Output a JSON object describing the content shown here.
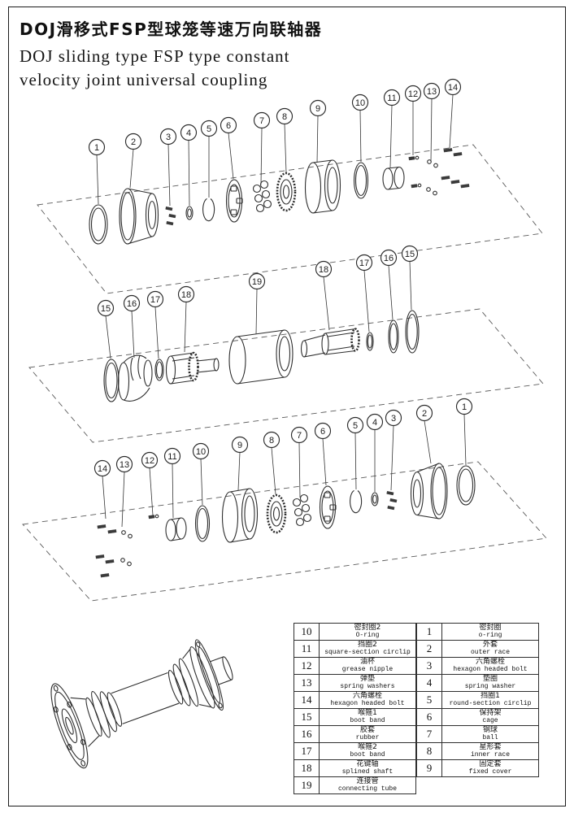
{
  "title": {
    "cn": "DOJ滑移式FSP型球笼等速万向联轴器",
    "en_line1": "DOJ sliding type FSP type constant",
    "en_line2": "velocity joint universal coupling"
  },
  "colors": {
    "ink": "#2e2e2e",
    "background": "#ffffff"
  },
  "views": {
    "top_callouts": [
      "1",
      "2",
      "3",
      "4",
      "5",
      "6",
      "7",
      "8",
      "9",
      "10",
      "11",
      "12",
      "13",
      "14"
    ],
    "middle_callouts": [
      "15",
      "16",
      "17",
      "18",
      "19",
      "18",
      "17",
      "16",
      "15"
    ],
    "bottom_callouts": [
      "14",
      "13",
      "12",
      "11",
      "10",
      "9",
      "8",
      "7",
      "6",
      "5",
      "4",
      "3",
      "2",
      "1"
    ]
  },
  "parts_table": {
    "left_rows": [
      {
        "no": "10",
        "cn": "密封圈2",
        "en": "O-ring"
      },
      {
        "no": "11",
        "cn": "挡圈2",
        "en": "square-section circlip"
      },
      {
        "no": "12",
        "cn": "油杯",
        "en": "grease nipple"
      },
      {
        "no": "13",
        "cn": "弹垫",
        "en": "spring washers"
      },
      {
        "no": "14",
        "cn": "六角螺栓",
        "en": "hexagon headed bolt"
      },
      {
        "no": "15",
        "cn": "喉箍1",
        "en": "boot band"
      },
      {
        "no": "16",
        "cn": "胶套",
        "en": "rubber"
      },
      {
        "no": "17",
        "cn": "喉箍2",
        "en": "boot band"
      },
      {
        "no": "18",
        "cn": "花键轴",
        "en": "splined shaft"
      },
      {
        "no": "19",
        "cn": "连接管",
        "en": "connecting tube"
      }
    ],
    "right_rows": [
      {
        "no": "1",
        "cn": "密封圈",
        "en": "o-ring"
      },
      {
        "no": "2",
        "cn": "外套",
        "en": "outer race"
      },
      {
        "no": "3",
        "cn": "六角螺栓",
        "en": "hexagon headed bolt"
      },
      {
        "no": "4",
        "cn": "垫圈",
        "en": "spring washer"
      },
      {
        "no": "5",
        "cn": "挡圈1",
        "en": "round-section circlip"
      },
      {
        "no": "6",
        "cn": "保持架",
        "en": "cage"
      },
      {
        "no": "7",
        "cn": "钢球",
        "en": "ball"
      },
      {
        "no": "8",
        "cn": "星形套",
        "en": "inner race"
      },
      {
        "no": "9",
        "cn": "固定套",
        "en": "fixed cover"
      }
    ]
  }
}
